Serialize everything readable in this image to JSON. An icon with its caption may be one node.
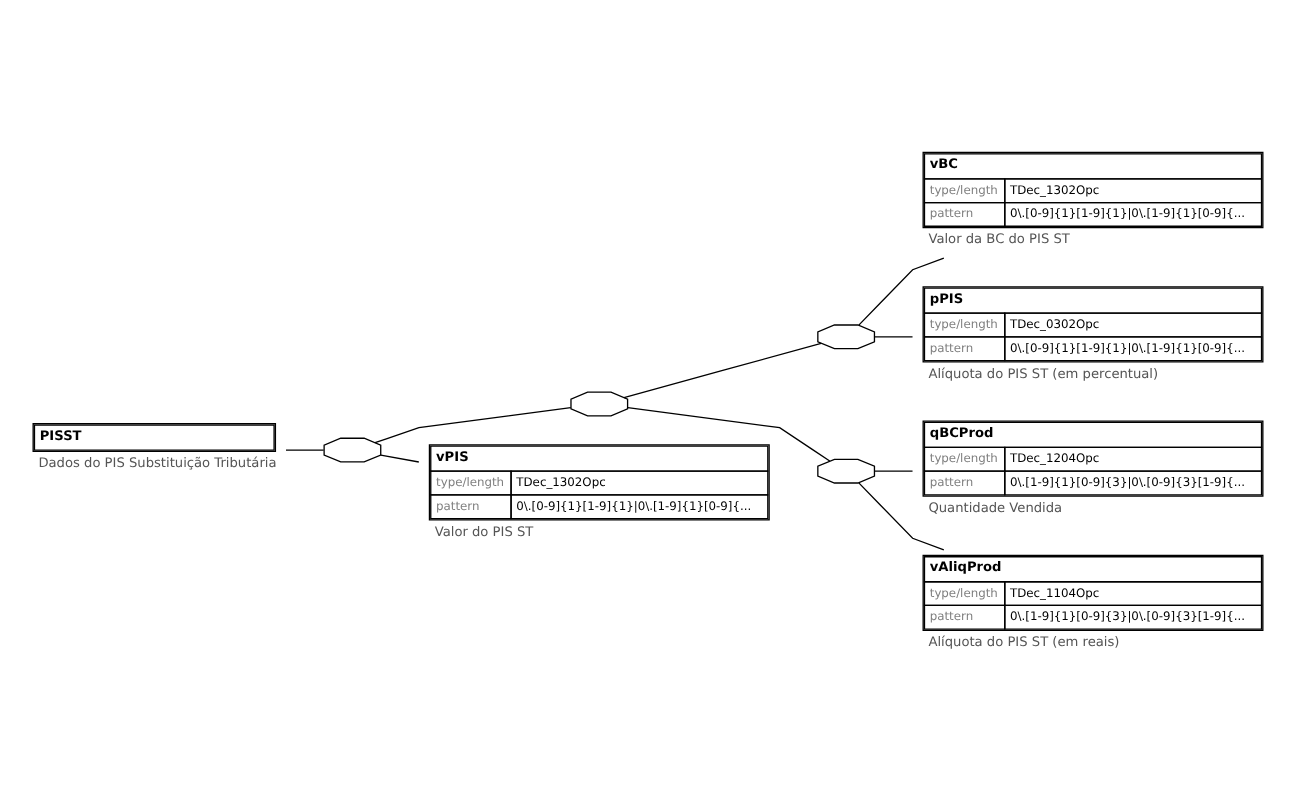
{
  "diagram": {
    "nodes": [
      {
        "text": [
          "PISST"
        ],
        "beside": [
          "Dados do PIS Substituição Tributária"
        ]
      },
      {
        "text": [],
        "shape": "octagon"
      },
      {
        "text": [],
        "shape": "octagon"
      },
      {
        "text": [],
        "shape": "octagon"
      },
      {
        "text": [
          "vBC",
          "type/length",
          "TDec_1302Opc",
          "pattern",
          "0\\.[0-9]{1}[1-9]{1}|0\\.[1-9]{1}[0-9]{..."
        ],
        "beside": [
          "Valor da BC do PIS ST"
        ]
      },
      {
        "text": [
          "pPIS",
          "type/length",
          "TDec_0302Opc",
          "pattern",
          "0\\.[0-9]{1}[1-9]{1}|0\\.[1-9]{1}[0-9]{..."
        ],
        "beside": [
          "Alíquota do PIS ST (em percentual)"
        ]
      },
      {
        "text": [],
        "shape": "octagon"
      },
      {
        "text": [
          "qBCProd",
          "type/length",
          "TDec_1204Opc",
          "pattern",
          "0\\.[1-9]{1}[0-9]{3}|0\\.[0-9]{3}[1-9]{..."
        ],
        "beside": [
          "Quantidade Vendida"
        ]
      },
      {
        "text": [
          "vAliqProd",
          "type/length",
          "TDec_1104Opc",
          "pattern",
          "0\\.[1-9]{1}[0-9]{3}|0\\.[0-9]{3}[1-9]{..."
        ],
        "beside": [
          "Alíquota do PIS ST (em reais)"
        ]
      },
      {
        "text": [
          "vPIS",
          "type/length",
          "TDec_1302Opc",
          "pattern",
          "0\\.[0-9]{1}[1-9]{1}|0\\.[1-9]{1}[0-9]{..."
        ],
        "beside": [
          "Valor do PIS ST"
        ]
      }
    ],
    "edges": [
      {
        "from": 0,
        "to": 1,
        "arrow": "none"
      },
      {
        "from": 1,
        "to": 2,
        "arrow": "none"
      },
      {
        "from": 1,
        "to": 9,
        "arrow": "none"
      },
      {
        "from": 2,
        "to": 3,
        "arrow": "none"
      },
      {
        "from": 2,
        "to": 6,
        "arrow": "none"
      },
      {
        "from": 3,
        "to": 4,
        "arrow": "none"
      },
      {
        "from": 3,
        "to": 5,
        "arrow": "none"
      },
      {
        "from": 6,
        "to": 7,
        "arrow": "none"
      },
      {
        "from": 6,
        "to": 8,
        "arrow": "none"
      }
    ]
  }
}
